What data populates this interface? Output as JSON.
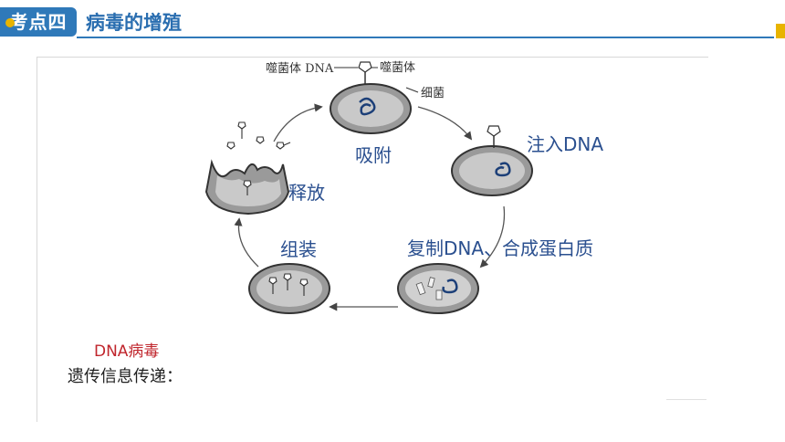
{
  "header": {
    "badge": "考点四",
    "title": "病毒的增殖"
  },
  "diagram": {
    "small_labels": {
      "phage_dna": "噬菌体 DNA",
      "phage": "噬菌体",
      "bacterium": "细菌"
    },
    "stages": [
      "吸附",
      "注入DNA",
      "复制DNA、合成蛋白质",
      "组装",
      "释放"
    ]
  },
  "body": {
    "heading": "DNA病毒",
    "line": "遗传信息传递："
  },
  "colors": {
    "accent": "#2f79b9",
    "stage_text": "#2a4f8f",
    "highlight_red": "#c0262d",
    "yellow": "#e8b400"
  }
}
